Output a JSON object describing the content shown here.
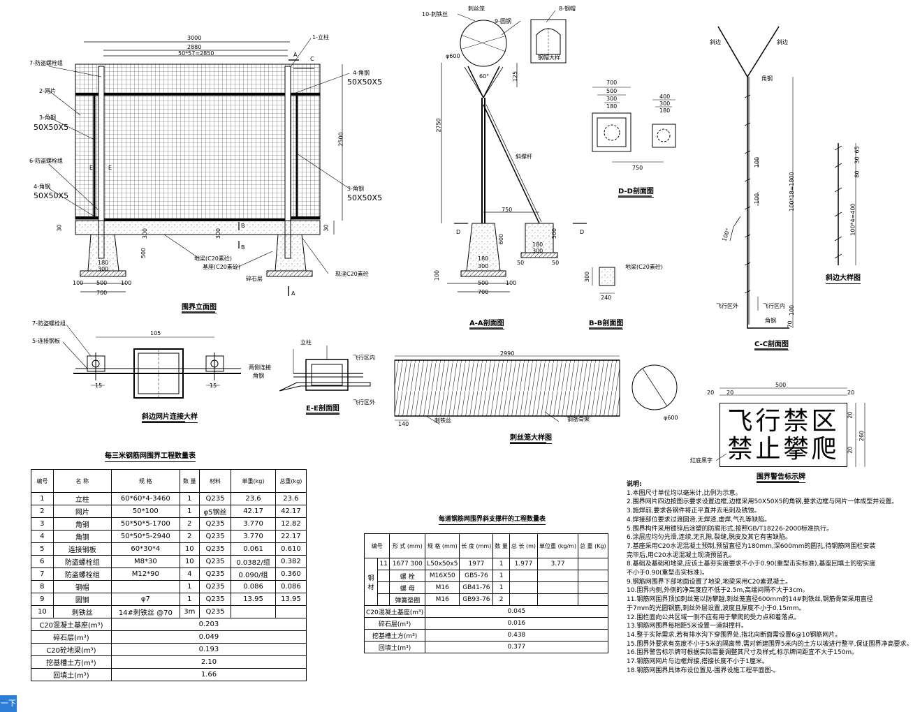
{
  "elevation": {
    "dims": {
      "d3000": "3000",
      "d2880": "2880",
      "d2850": "50*57=2850",
      "d2500": "2500",
      "d30a": "30",
      "d30b": "30",
      "d300a": "300",
      "d300b": "300",
      "d500a": "500",
      "d100a": "100",
      "d100b": "100",
      "d700": "700",
      "d300c": "300",
      "d180": "180"
    },
    "labels": [
      "1-立柱",
      "7-防盗螺栓组",
      "2-网片",
      "3-角钢",
      "50X50X5",
      "6-防盗螺栓组",
      "4-角钢",
      "50X50X5",
      "4-角钢",
      "50X50X5",
      "3-角钢",
      "50X50X5",
      "地梁(C20素砼)",
      "基座(C20素砼)",
      "碎石层",
      "现浇C20素砼"
    ],
    "marks": [
      "A",
      "C",
      "E",
      "E",
      "B",
      "B",
      "A"
    ],
    "title": "围界立面图"
  },
  "section_aa": {
    "labels": [
      "10-刺铁丝",
      "刺丝笼",
      "9-圆钢",
      "8-钢帽",
      "钢帽大样",
      "斜撑杆"
    ],
    "dims": [
      "φ600",
      "60°",
      "125",
      "2750",
      "750",
      "600",
      "180",
      "300",
      "100",
      "500",
      "100",
      "700",
      "500",
      "180",
      "300",
      "50",
      "50",
      "D",
      "D"
    ],
    "title": "A-A剖面图"
  },
  "section_dd": {
    "dims": [
      "700",
      "500",
      "300",
      "180",
      "400",
      "300",
      "180",
      "750"
    ],
    "title": "D-D剖面图"
  },
  "section_bb": {
    "dims": [
      "300",
      "240"
    ],
    "label": "地梁(C20素砼)",
    "title": "B-B剖面图"
  },
  "section_cc": {
    "labels": [
      "斜边",
      "斜边",
      "角钢",
      "100",
      "100",
      "100*18=1800",
      "100°",
      "飞行区外",
      "飞行区内",
      "角钢",
      "100",
      "70"
    ],
    "title": "C-C剖面图"
  },
  "slant_detail": {
    "dims": [
      "65",
      "30",
      "80",
      "100*4=400"
    ],
    "title": "斜边大样图"
  },
  "connection": {
    "labels": [
      "7-防盗螺栓组",
      "5-连接钢板",
      "105",
      "15",
      "15"
    ],
    "title": "斜边网片连接大样"
  },
  "section_ee": {
    "labels": [
      "立柱",
      "两侧连接",
      "角钢",
      "飞行区内",
      "飞行区外"
    ],
    "title": "E-E剖面图"
  },
  "razor": {
    "dims": [
      "2990",
      "140"
    ],
    "labels": [
      "刺铁丝",
      "钢筋骨架",
      "φ600"
    ],
    "title": "刺丝笼大样图"
  },
  "sign": {
    "dims": [
      "500",
      "20",
      "20",
      "20",
      "20",
      "20",
      "260"
    ],
    "line1": "飞行禁区",
    "line2": "禁止攀爬",
    "label": "红底黑字",
    "title": "围界警告标示牌"
  },
  "table1": {
    "title": "每三米钢筋网围界工程数量表",
    "headers": [
      "编号",
      "名  称",
      "规  格",
      "数 量",
      "材料",
      "单重(kg)",
      "总重(kg)"
    ],
    "rows": [
      [
        "1",
        "立柱",
        "60*60*4-3460",
        "1",
        "Q235",
        "23.6",
        "23.6"
      ],
      [
        "2",
        "网片",
        "50*100",
        "1",
        "φ5钢丝",
        "42.17",
        "42.17"
      ],
      [
        "3",
        "角钢",
        "50*50*5-1700",
        "2",
        "Q235",
        "3.770",
        "12.82"
      ],
      [
        "4",
        "角钢",
        "50*50*5-2940",
        "2",
        "Q235",
        "3.770",
        "22.17"
      ],
      [
        "5",
        "连接钢板",
        "60*30*4",
        "10",
        "Q235",
        "0.061",
        "0.610"
      ],
      [
        "6",
        "防盗螺栓组",
        "M8*30",
        "10",
        "Q235",
        "0.0382/组",
        "0.382"
      ],
      [
        "7",
        "防盗螺栓组",
        "M12*90",
        "4",
        "Q235",
        "0.090/组",
        "0.360"
      ],
      [
        "8",
        "钢帽",
        "",
        "1",
        "Q235",
        "0.086",
        "0.086"
      ],
      [
        "9",
        "圆钢",
        "φ7",
        "1",
        "Q235",
        "13.95",
        "13.95"
      ],
      [
        "10",
        "刺铁丝",
        "14#刺铁丝 @70",
        "3m",
        "Q235",
        "",
        ""
      ]
    ],
    "summary": [
      [
        "C20混凝土基座(m³)",
        "0.203"
      ],
      [
        "碎石层(m³)",
        "0.049"
      ],
      [
        "C20砼地梁(m³)",
        "0.193"
      ],
      [
        "挖基槽土方(m³)",
        "2.10"
      ],
      [
        "回填土(m³)",
        "1.66"
      ]
    ]
  },
  "table2": {
    "title": "每道钢筋网围界斜支撑杆的工程数量表",
    "headers": [
      "编号",
      "形  式 (mm)",
      "规 格 (mm)",
      "长 度 (mm)",
      "数 量",
      "总 长 (m)",
      "单位重 (kg/m)",
      "总 重 (Kg)"
    ],
    "group": "钢材",
    "rows": [
      [
        "11",
        "1677  300",
        "L50x50x5",
        "1977",
        "1",
        "1.977",
        "3.77",
        ""
      ],
      [
        "",
        "螺 栓",
        "M16X50",
        "GB5-76",
        "1",
        "",
        "",
        ""
      ],
      [
        "",
        "螺 母",
        "M16",
        "GB41-76",
        "1",
        "",
        "",
        ""
      ],
      [
        "",
        "弹簧垫圈",
        "M16",
        "GB93-76",
        "2",
        "",
        "",
        ""
      ]
    ],
    "summary": [
      [
        "C20混凝土基座(m³)",
        "0.045"
      ],
      [
        "碎石层(m³)",
        "0.016"
      ],
      [
        "挖基槽土方(m³)",
        "0.438"
      ],
      [
        "回填土(m³)",
        "0.377"
      ]
    ]
  },
  "notes": {
    "title": "说明:",
    "items": [
      "1.本图尺寸单位均以毫米计,比例为示意。",
      "2.围界网片四边按图示要求设置边框,边框采用50X50X5的角钢,要求边框与网片一体成型并设置。",
      "3.施焊前,要求各钢件将正平直并去毛刺及锈蚀。",
      "4.焊接部位要求过渡圆滑,无焊渣,虚焊,气孔等缺陷。",
      "5.围界构件采用镀锌后涂塑的防腐形式,按照GB/T18226-2000标准执行。",
      "6.涂层应均匀光滑,连续,无孔隙,裂缝,脱皮及其它有害缺陷。",
      "7.基座采用C20水泥混凝土预制,预留直径为180mm,深600mm的圆孔,待钢筋网围栏安装",
      "   完毕后,用C20水泥混凝土现浇预留孔。",
      "8.基础及基础和地梁,应该土基夯实度要求不小于0.90(重型击实标准),基座回填土的密实度",
      "   不小于0.90(重型击实标准)。",
      "9.钢筋网围界下部地面设置了地梁,地梁采用C20素混凝土。",
      "10.围界内侧,外侧的净高度应不低于2.5m,高端间隔不大于3cm。",
      "11.钢筋网围界顶加刺丝笼以防攀越,刺丝笼直径600mm的14#刺铁丝,钢筋骨架采用直径",
      "    于7mm的光圆钢筋,刺丝外层设置,波度且厚度不小于0.15mm。",
      "12.围栏面向公共区域一侧不应有用于攀爬的受力点和着落点。",
      "13.钢筋网围界每相距5米设置一道斜撑杆。",
      "14.整于实际需求,若有排水沟下穿围界处,指北向断面需设置6@10钢筋网片。",
      "15.围界外要求有宽度不小于5米的隔离带,需对新建围界5米内的土方以坡进行整平,保证围界净高要求。",
      "16.围界警告标示牌可根据实际需要调整其尺寸及样式,标示牌间距宜不大于150m。",
      "17.钢筋网网片与边框焊接,搭接长度不小于1厘米。",
      "18.钢筋网围界具体布设位置见-围界设施工程平面图-。"
    ]
  },
  "ui": {
    "corner_button": "一下"
  }
}
